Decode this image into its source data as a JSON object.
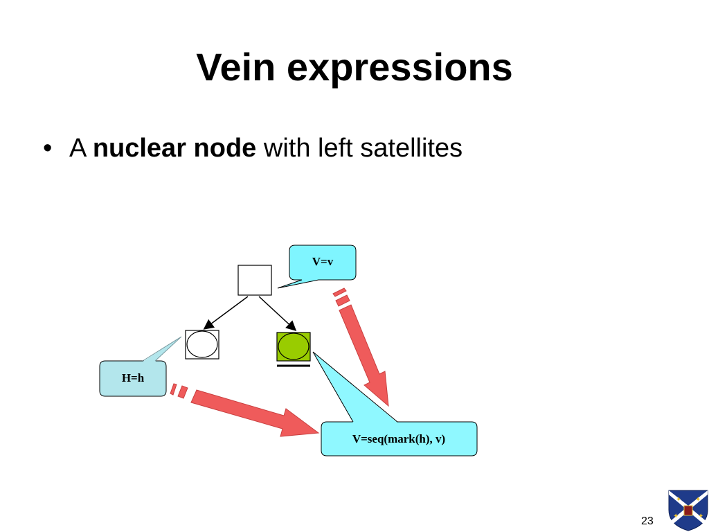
{
  "slide": {
    "title": "Vein expressions",
    "bullet": {
      "marker": "•",
      "prefix": "A",
      "bold": "nuclear node",
      "suffix": "with left satellites"
    },
    "page_number": "23"
  },
  "diagram": {
    "callouts": {
      "root": "V=v",
      "left": "H=h",
      "result": "V=seq(mark(h), v)"
    },
    "colors": {
      "callout_fill": "#7ff5ff",
      "callout_result_fill": "#8ff8ff",
      "callout_left_fill": "#b3e6ec",
      "nuclear_fill": "#99cc00",
      "arrow_fill": "#ef5b5b",
      "arrow_stroke": "#c94040"
    }
  },
  "logo": {
    "icon": "crest-icon"
  }
}
